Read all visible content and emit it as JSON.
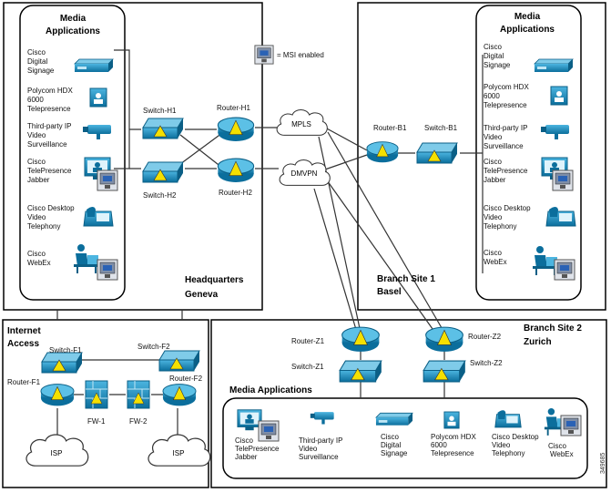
{
  "headquarters": {
    "media_title_1": "Media",
    "media_title_2": "Applications",
    "apps": [
      {
        "lines": [
          "Cisco",
          "Digital",
          "Signage"
        ],
        "icon": "digital-signage-icon"
      },
      {
        "lines": [
          "Polycom HDX",
          "6000",
          "Telepresence"
        ],
        "icon": "telepresence-icon"
      },
      {
        "lines": [
          "Third-party IP",
          "Video",
          "Surveillance"
        ],
        "icon": "camera-icon"
      },
      {
        "lines": [
          "Cisco",
          "TelePresence",
          "Jabber"
        ],
        "icon": "jabber-icon"
      },
      {
        "lines": [
          "Cisco Desktop",
          "Video",
          "Telephony"
        ],
        "icon": "phone-icon"
      },
      {
        "lines": [
          "Cisco",
          "WebEx"
        ],
        "icon": "webex-icon"
      }
    ],
    "site_name": "Headquarters",
    "site_city": "Geneva",
    "switch_h1": "Switch-H1",
    "switch_h2": "Switch-H2",
    "router_h1": "Router-H1",
    "router_h2": "Router-H2"
  },
  "legend": {
    "text": "= MSI enabled"
  },
  "clouds": {
    "mpls": "MPLS",
    "dmvpn": "DMVPN",
    "isp1": "ISP",
    "isp2": "ISP"
  },
  "branch1": {
    "media_title_1": "Media",
    "media_title_2": "Applications",
    "apps": [
      {
        "lines": [
          "Cisco",
          "Digital",
          "Signage"
        ]
      },
      {
        "lines": [
          "Polycom HDX",
          "6000",
          "Telepresence"
        ]
      },
      {
        "lines": [
          "Third-party IP",
          "Video",
          "Surveillance"
        ]
      },
      {
        "lines": [
          "Cisco",
          "TelePresence",
          "Jabber"
        ]
      },
      {
        "lines": [
          "Cisco Desktop",
          "Video",
          "Telephony"
        ]
      },
      {
        "lines": [
          "Cisco",
          "WebEx"
        ]
      }
    ],
    "site_name": "Branch Site 1",
    "site_city": "Basel",
    "router": "Router-B1",
    "switch": "Switch-B1"
  },
  "internet": {
    "title_1": "Internet",
    "title_2": "Access",
    "switch_f1": "Switch-F1",
    "switch_f2": "Switch-F2",
    "router_f1": "Router-F1",
    "router_f2": "Router-F2",
    "fw1": "FW-1",
    "fw2": "FW-2"
  },
  "branch2": {
    "site_name": "Branch Site 2",
    "site_city": "Zurich",
    "router_z1": "Router-Z1",
    "router_z2": "Router-Z2",
    "switch_z1": "Switch-Z1",
    "switch_z2": "Switch-Z2",
    "media_title": "Media Applications",
    "apps": [
      {
        "lines": [
          "Cisco",
          "TelePresence",
          "Jabber"
        ]
      },
      {
        "lines": [
          "Third-party IP",
          "Video",
          "Surveillance"
        ]
      },
      {
        "lines": [
          "Cisco",
          "Digital",
          "Signage"
        ]
      },
      {
        "lines": [
          "Polycom HDX",
          "6000",
          "Telepresence"
        ]
      },
      {
        "lines": [
          "Cisco Desktop",
          "Video",
          "Telephony"
        ]
      },
      {
        "lines": [
          "Cisco",
          "WebEx"
        ]
      }
    ]
  },
  "figure_id": "349685",
  "colors": {
    "device": "#1a8fc0",
    "device_dark": "#0b5f86",
    "accent": "#f5e000"
  }
}
